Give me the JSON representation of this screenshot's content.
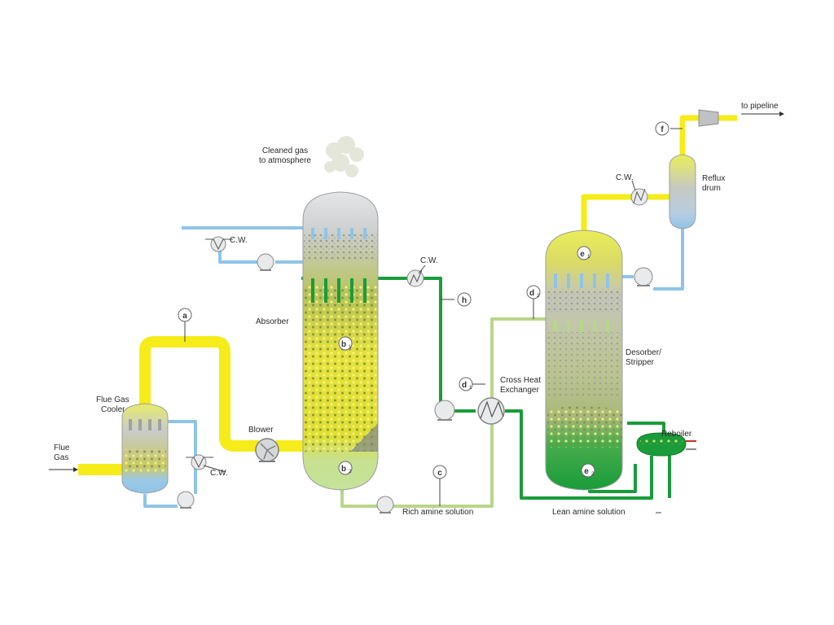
{
  "labels": {
    "cleaned_gas": "Cleaned gas",
    "to_atmosphere": "to atmosphere",
    "cw_absorber_top": "C.W.",
    "cw_absorber_side": "C.W.",
    "cw_flue_cooler": "C.W.",
    "cw_reflux": "C.W.",
    "absorber": "Absorber",
    "flue_gas_cooler_1": "Flue Gas",
    "flue_gas_cooler_2": "Cooler",
    "flue_gas_1": "Flue",
    "flue_gas_2": "Gas",
    "blower": "Blower",
    "rich_amine": "Rich amine solution",
    "lean_amine": "Lean amine solution",
    "cross_heat_1": "Cross Heat",
    "cross_heat_2": "Exchanger",
    "desorber_1": "Desorber/",
    "desorber_2": "Stripper",
    "reboiler": "Reboiler",
    "reflux_1": "Reflux",
    "reflux_2": "drum",
    "to_pipeline": "to pipeline"
  },
  "points": {
    "a": "a",
    "b1": "b",
    "b1_sub": "1",
    "b2": "b",
    "b2_sub": "2",
    "c": "c",
    "d1": "d",
    "d1_sub": "1",
    "d2": "d",
    "d2_sub": "2",
    "e1": "e",
    "e1_sub": "1",
    "e2": "e",
    "e2_sub": "2",
    "f": "f",
    "h": "h"
  },
  "colors": {
    "flue_gas_yellow": "#f5ec1a",
    "cooling_water_blue": "#8fc4e8",
    "rich_amine_green": "#b8d68a",
    "lean_amine_green": "#1a9c3a",
    "vessel_gray": "#c9cbcd",
    "bottom_green": "#c5e39a"
  }
}
